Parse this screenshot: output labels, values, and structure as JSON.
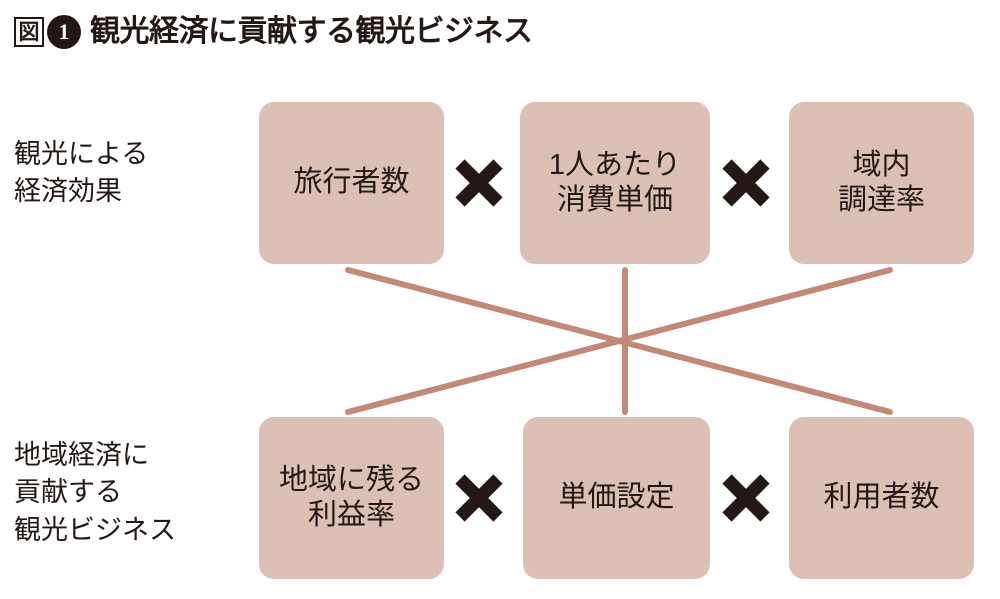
{
  "figure": {
    "badge_label": "図",
    "badge_number": "1",
    "title": "観光経済に貢献する観光ビジネス"
  },
  "colors": {
    "box_fill": "#dcbfb5",
    "connector": "#c28a76",
    "text": "#231815",
    "background": "#ffffff"
  },
  "rows": [
    {
      "id": "tourism-economic-effect",
      "label": "観光による\n経済効果",
      "nodes": [
        {
          "id": "travelers",
          "label": "旅行者数"
        },
        {
          "id": "unit-spend",
          "label": "1人あたり\n消費単価"
        },
        {
          "id": "local-procurement",
          "label": "域内\n調達率"
        }
      ],
      "operators": [
        "×",
        "×"
      ]
    },
    {
      "id": "local-economy-business",
      "label": "地域経済に\n貢献する\n観光ビジネス",
      "nodes": [
        {
          "id": "local-profit-rate",
          "label": "地域に残る\n利益率"
        },
        {
          "id": "price-setting",
          "label": "単価設定"
        },
        {
          "id": "user-count",
          "label": "利用者数"
        }
      ],
      "operators": [
        "×",
        "×"
      ]
    }
  ],
  "connectors": {
    "description": "クロスする接続線",
    "center": "625,343"
  },
  "icons": {
    "multiply": "multiply-icon"
  }
}
